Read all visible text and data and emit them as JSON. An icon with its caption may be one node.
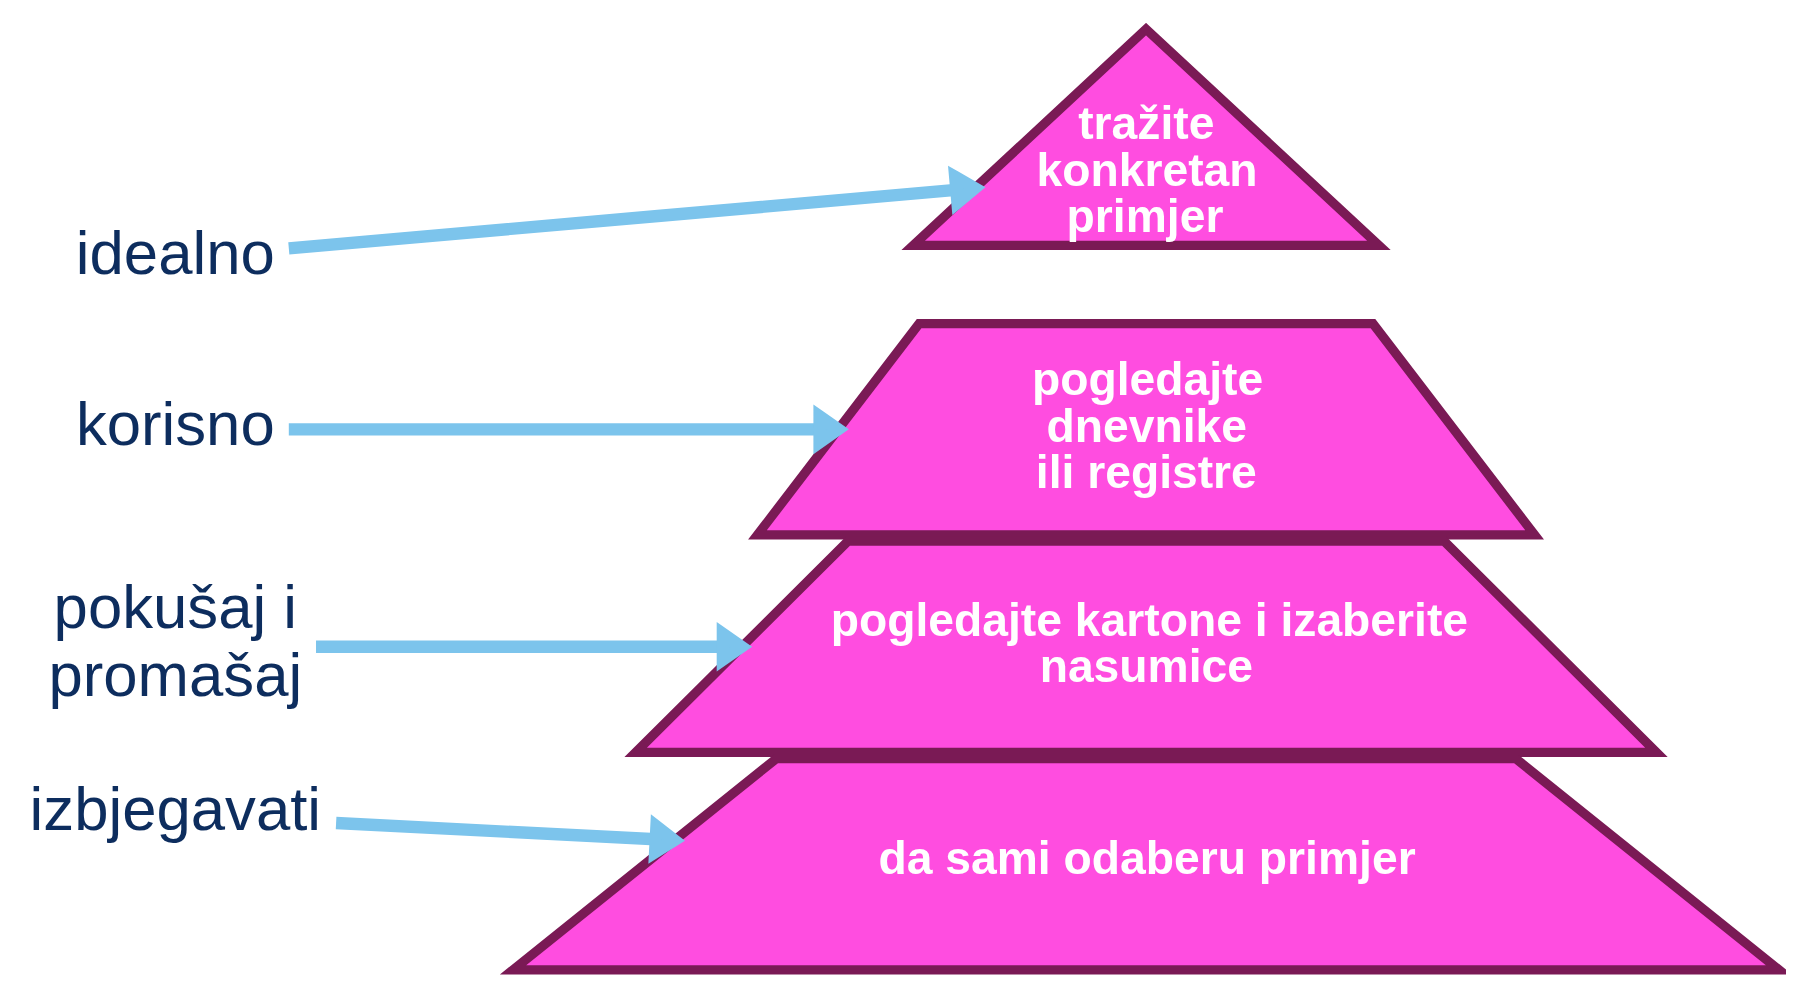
{
  "diagram": {
    "nodes": [
      {
        "text": [
          "idealno"
        ]
      },
      {
        "text": [
          "tražite konkretan primjer"
        ]
      },
      {
        "text": [
          "korisno"
        ]
      },
      {
        "text": [
          "pogledajte dnevnike ili registre"
        ]
      },
      {
        "text": [
          "pokušaj i promašaj"
        ]
      },
      {
        "text": [
          "pogledajte kartone i izaberite nasumice"
        ]
      },
      {
        "text": [
          "izbjegavati"
        ]
      },
      {
        "text": [
          "da sami odaberu primjer"
        ]
      }
    ],
    "edges": [
      {
        "from": 0,
        "to": 1,
        "arrow": "to"
      },
      {
        "from": 2,
        "to": 3,
        "arrow": "to"
      },
      {
        "from": 4,
        "to": 5,
        "arrow": "to"
      },
      {
        "from": 6,
        "to": 7,
        "arrow": "to"
      }
    ]
  }
}
